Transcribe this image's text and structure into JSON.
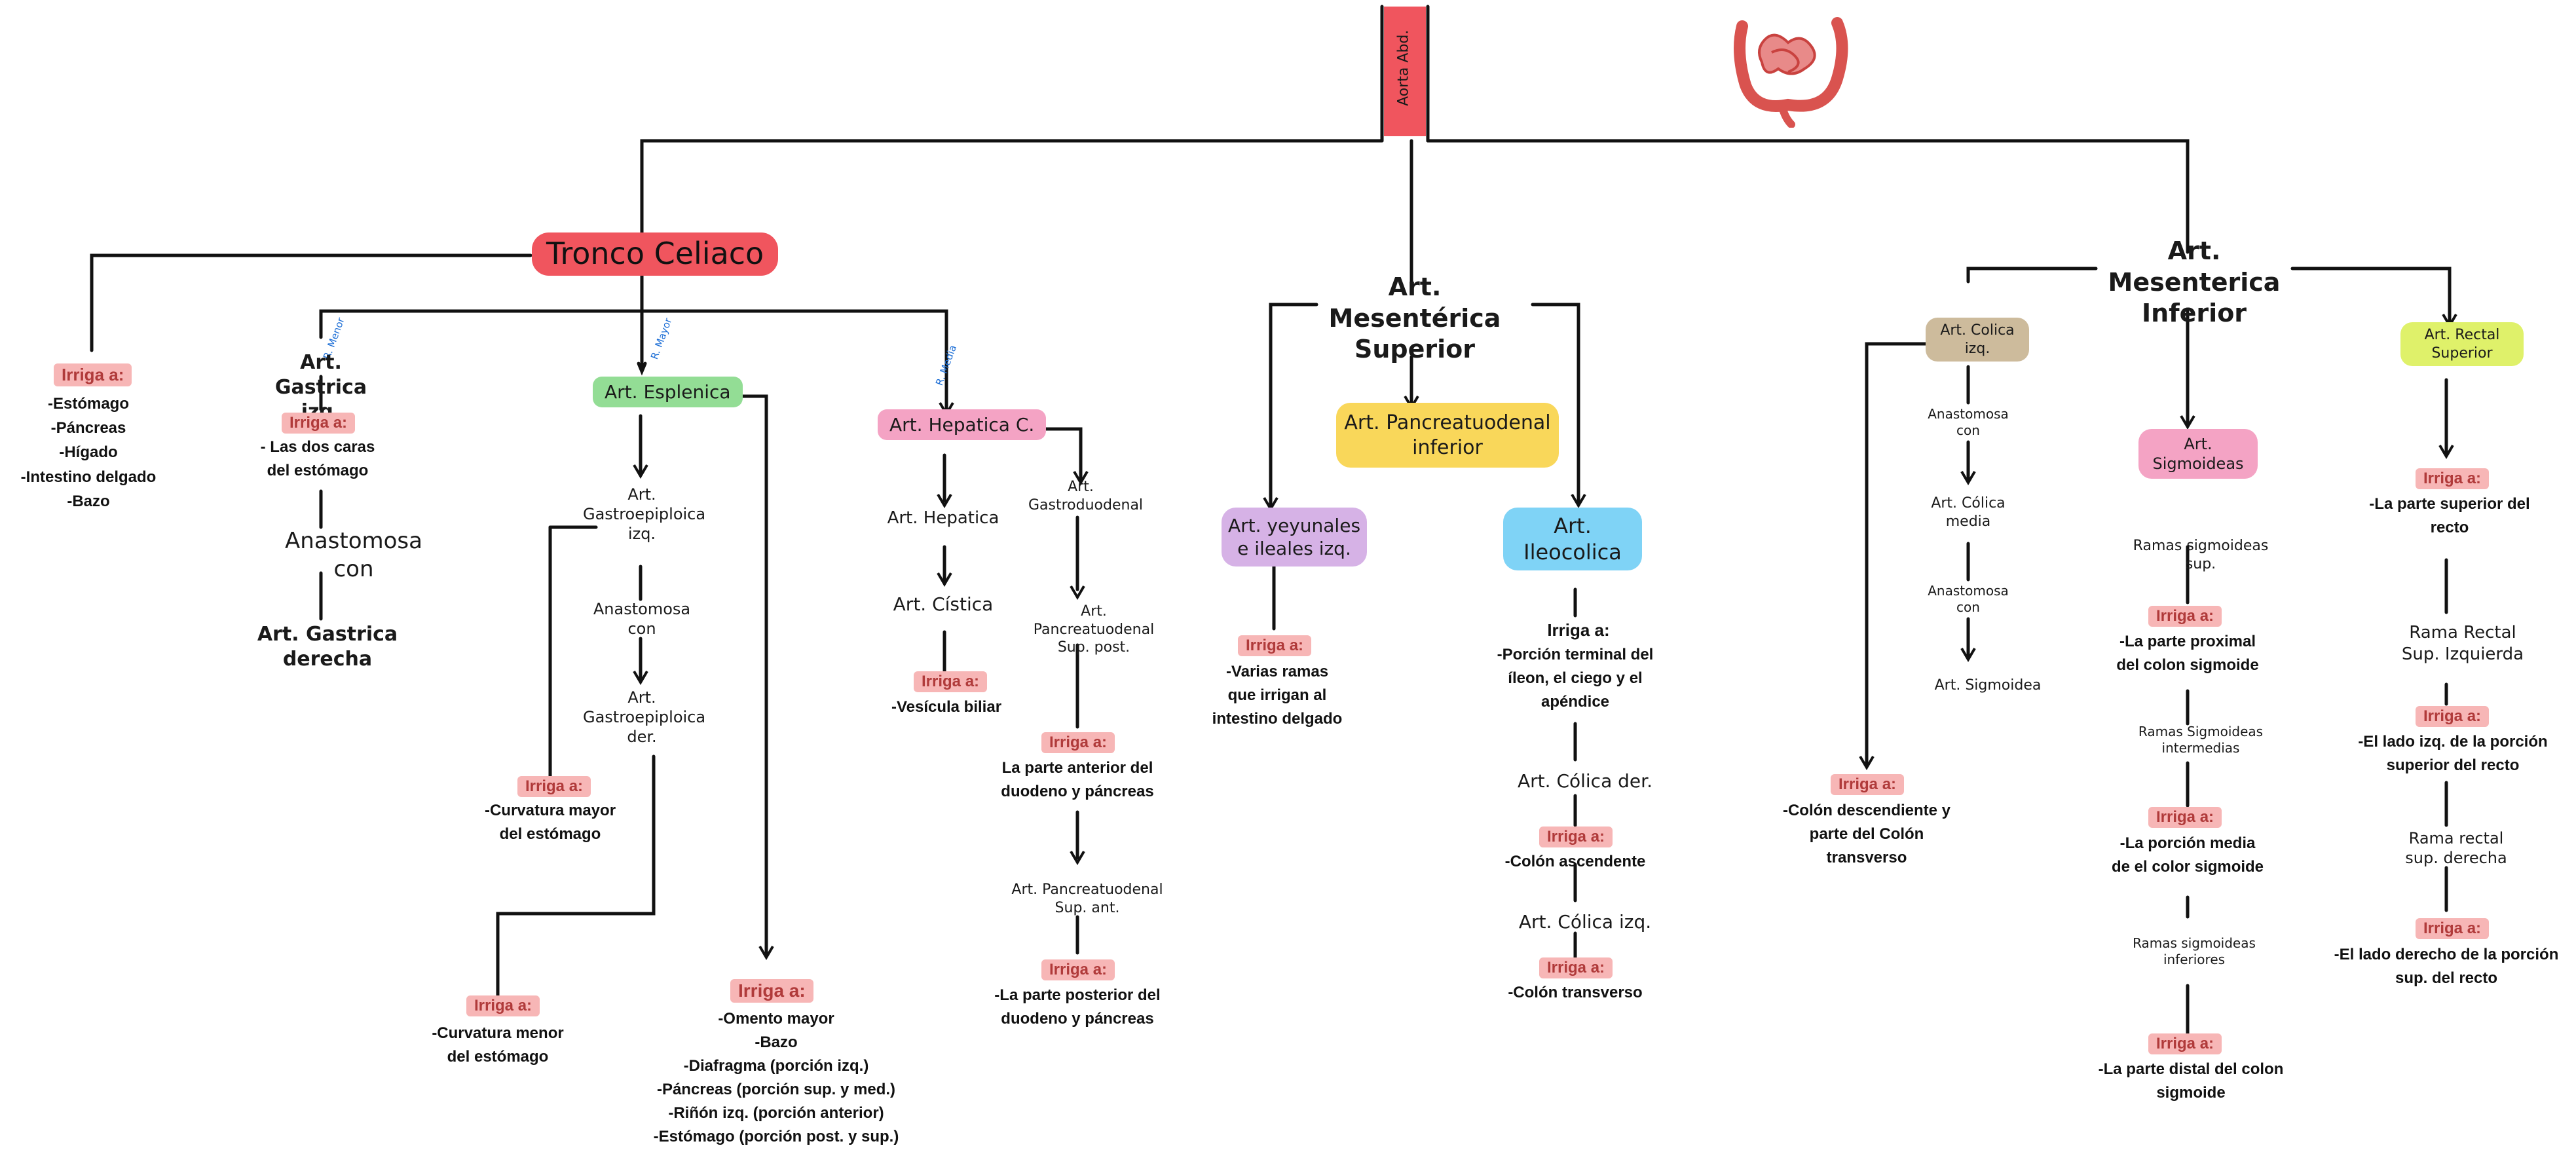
{
  "colors": {
    "red": "#f0555e",
    "green": "#93dd95",
    "pink": "#f4a3c4",
    "purple": "#d6b2e6",
    "yellow": "#f9d75a",
    "blue": "#7fd3f6",
    "tan": "#cdbb9c",
    "lime": "#dff16a",
    "irrigaBg": "#f7b6b6",
    "irrigaText": "#b03a3a"
  },
  "icons": {
    "intestine": "intestine-illustration"
  },
  "aorta": "Aorta Abd.",
  "tronco": {
    "title": "Tronco Celiaco",
    "irriga": "Irriga a:",
    "irriga_desc": "-Estómago\n-Páncreas\n-Hígado\n-Intestino delgado\n-Bazo",
    "branch_labels": {
      "menor": "R. Menor",
      "mayor": "R. Mayor",
      "media": "R. Media"
    },
    "gastrica": {
      "title": "Art. Gastrica izq.",
      "irriga": "Irriga a:",
      "desc": "- Las dos caras\ndel estómago",
      "anast": "Anastomosa con",
      "der": "Art. Gastrica\nderecha"
    },
    "esplenica": {
      "title": "Art. Esplenica",
      "gi": "Art.\nGastroepiploica\nizq.",
      "anast": "Anastomosa con",
      "gd": "Art.\nGastroepiploica\nder.",
      "irriga1": "Irriga a:",
      "desc1": "-Curvatura mayor\ndel estómago",
      "irriga2": "Irriga a:",
      "desc2": "-Curvatura menor\ndel estómago",
      "irriga3": "Irriga a:",
      "desc3": "-Omento mayor\n-Bazo\n-Diafragma (porción izq.)\n-Páncreas (porción sup. y med.)\n-Riñón izq. (porción anterior)\n-Estómago (porción post. y sup.)"
    },
    "hepatica": {
      "title": "Art. Hepatica C.",
      "hep": "Art. Hepatica",
      "cist": "Art. Cística",
      "irriga": "Irriga a:",
      "desc": "-Vesícula biliar",
      "gastroduo": "Art.\nGastroduodenal",
      "pancsp": "Art. Pancreatuodenal\nSup. post.",
      "irriga2": "Irriga a:",
      "desc2": "La parte anterior del\nduodeno y páncreas",
      "pancsa": "Art. Pancreatuodenal\nSup. ant.",
      "irriga3": "Irriga a:",
      "desc3": "-La parte posterior del\nduodeno y páncreas"
    }
  },
  "mes_sup": {
    "title": "Art. Mesentérica\nSuperior",
    "panc": "Art. Pancreatuodenal\ninferior",
    "yey": "Art. yeyunales\ne ileales izq.",
    "yey_irriga": "Irriga a:",
    "yey_desc": "-Varias ramas\nque irrigan al\nintestino delgado",
    "ileo": "Art.\nIleocolica",
    "ileo_irriga": "Irriga a:",
    "ileo_desc": "-Porción terminal del\níleon, el ciego y el\napéndice",
    "cder": "Art. Cólica der.",
    "cder_irriga": "Irriga a:",
    "cder_desc": "-Colón ascendente",
    "cizq": "Art. Cólica izq.",
    "cizq_irriga": "Irriga a:",
    "cizq_desc": "-Colón transverso"
  },
  "mes_inf": {
    "title": "Art. Mesenterica\nInferior",
    "colica": "Art. Colica\nizq.",
    "anast1": "Anastomosa\ncon",
    "cmedia": "Art. Cólica\nmedia",
    "anast2": "Anastomosa\ncon",
    "sigm": "Art. Sigmoidea",
    "col_irriga": "Irriga a:",
    "col_desc": "-Colón descendiente y\nparte del Colón\ntransverso",
    "sig": "Art. Sigmoideas",
    "rs_sup": "Ramas sigmoideas\nsup.",
    "irriga1": "Irriga a:",
    "desc1": "-La parte proximal\ndel colon sigmoide",
    "rs_int": "Ramas Sigmoideas\nintermedias",
    "irriga2": "Irriga a:",
    "desc2": "-La porción media\nde el color sigmoide",
    "rs_inf": "Ramas sigmoideas\ninferiores",
    "irriga3": "Irriga a:",
    "desc3": "-La parte distal del colon\nsigmoide",
    "rectal": "Art. Rectal\nSuperior",
    "r_irriga1": "Irriga a:",
    "r_desc1": "-La parte superior del\nrecto",
    "rr_izq": "Rama Rectal\nSup. Izquierda",
    "r_irriga2": "Irriga a:",
    "r_desc2": "-El lado izq. de la porción\nsuperior del recto",
    "rr_der": "Rama rectal\nsup. derecha",
    "r_irriga3": "Irriga a:",
    "r_desc3": "-El lado derecho de la porción\nsup. del recto"
  }
}
